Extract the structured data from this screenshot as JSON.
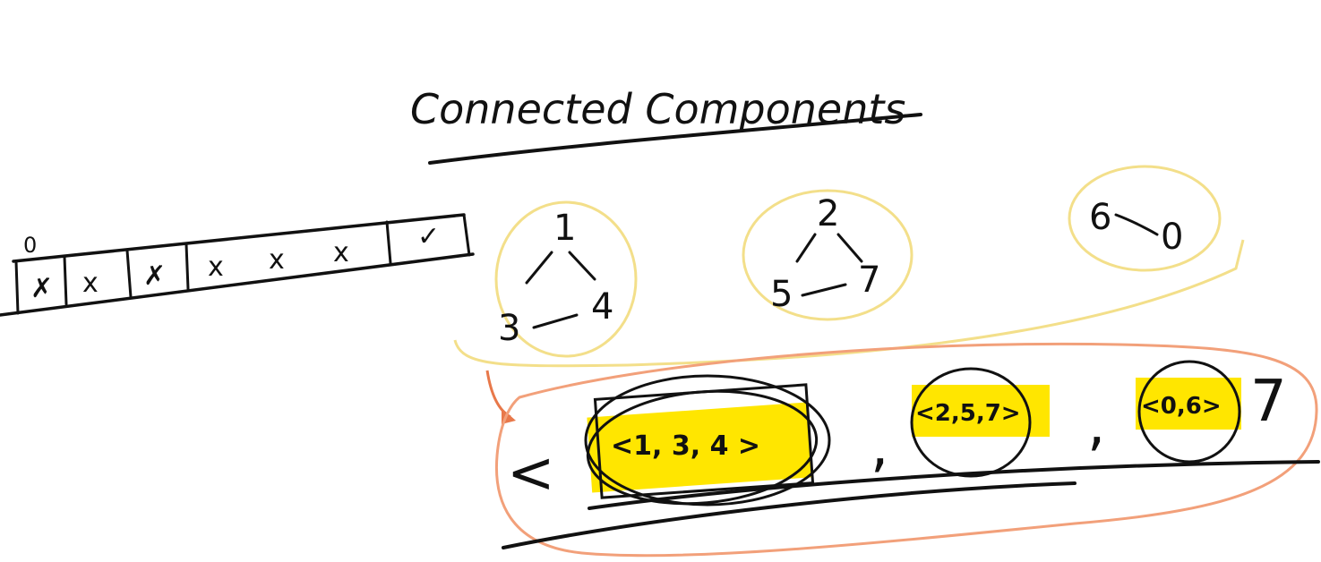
{
  "title": "Connected Components",
  "visited_array": {
    "index_label": "0",
    "cells": [
      "✗",
      "x",
      "✗",
      "x",
      "x",
      "x",
      "✓"
    ]
  },
  "graph_components": [
    {
      "nodes": [
        "1",
        "3",
        "4"
      ]
    },
    {
      "nodes": [
        "2",
        "5",
        "7"
      ]
    },
    {
      "nodes": [
        "6",
        "0"
      ]
    }
  ],
  "result": {
    "open": "<",
    "close": "7",
    "separators": [
      ",",
      ","
    ],
    "components": [
      "<1, 3, 4 >",
      "<2,5,7>",
      "<0,6>"
    ]
  },
  "colors": {
    "ink": "#111111",
    "component_outline": "#f3df8a",
    "result_outline": "#f2a07a",
    "highlight": "#ffe600",
    "arrow": "#e8784a"
  }
}
